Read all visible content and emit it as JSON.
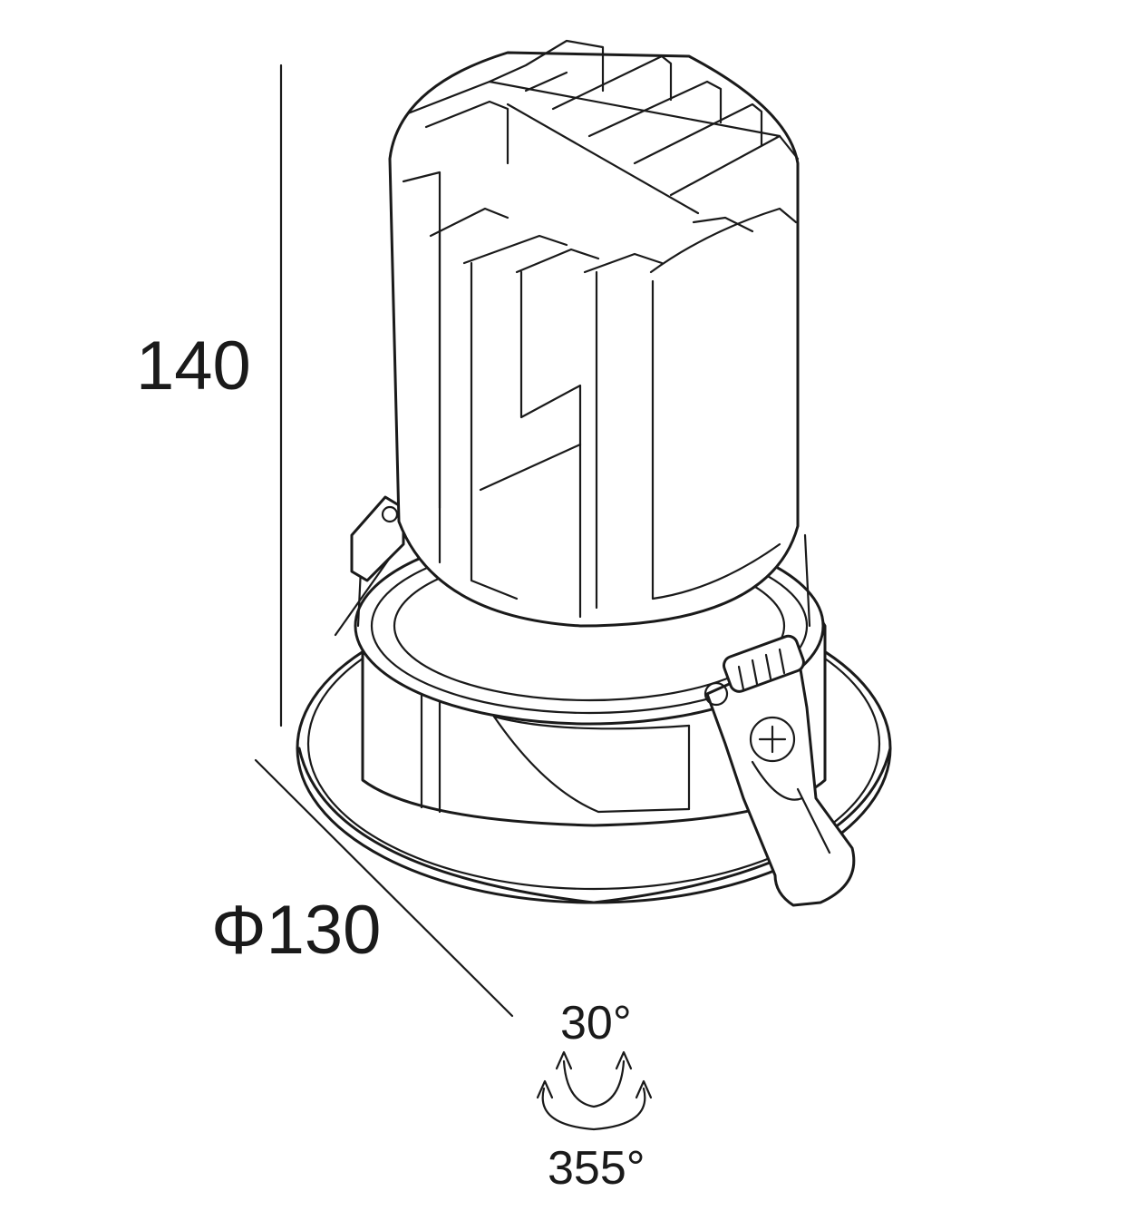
{
  "dimensions": {
    "height_label": "140",
    "diameter_label": "Φ130"
  },
  "adjustment": {
    "tilt_label": "30°",
    "rotation_label": "355°"
  },
  "colors": {
    "line": "#1a1a1a",
    "background": "#ffffff"
  }
}
